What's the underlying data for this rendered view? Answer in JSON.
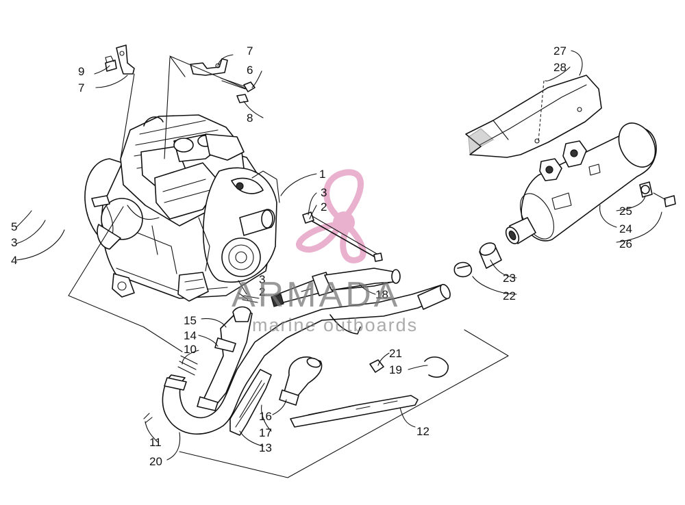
{
  "watermark": {
    "brand": "ARMADA",
    "tagline": "marine outboards",
    "logo_color": "#e7a4c7"
  },
  "callouts": [
    {
      "id": "c1",
      "label": "1"
    },
    {
      "id": "c2a",
      "label": "2"
    },
    {
      "id": "c2b",
      "label": "2"
    },
    {
      "id": "c3a",
      "label": "3"
    },
    {
      "id": "c3b",
      "label": "3"
    },
    {
      "id": "c3c",
      "label": "3"
    },
    {
      "id": "c4",
      "label": "4"
    },
    {
      "id": "c5",
      "label": "5"
    },
    {
      "id": "c6",
      "label": "6"
    },
    {
      "id": "c7a",
      "label": "7"
    },
    {
      "id": "c7b",
      "label": "7"
    },
    {
      "id": "c8",
      "label": "8"
    },
    {
      "id": "c9",
      "label": "9"
    },
    {
      "id": "c10",
      "label": "10"
    },
    {
      "id": "c11",
      "label": "11"
    },
    {
      "id": "c12",
      "label": "12"
    },
    {
      "id": "c13",
      "label": "13"
    },
    {
      "id": "c14",
      "label": "14"
    },
    {
      "id": "c15",
      "label": "15"
    },
    {
      "id": "c16",
      "label": "16"
    },
    {
      "id": "c17",
      "label": "17"
    },
    {
      "id": "c18",
      "label": "18"
    },
    {
      "id": "c19",
      "label": "19"
    },
    {
      "id": "c20",
      "label": "20"
    },
    {
      "id": "c21",
      "label": "21"
    },
    {
      "id": "c22",
      "label": "22"
    },
    {
      "id": "c23",
      "label": "23"
    },
    {
      "id": "c24",
      "label": "24"
    },
    {
      "id": "c25",
      "label": "25"
    },
    {
      "id": "c26",
      "label": "26"
    },
    {
      "id": "c27",
      "label": "27"
    },
    {
      "id": "c28",
      "label": "28"
    }
  ]
}
